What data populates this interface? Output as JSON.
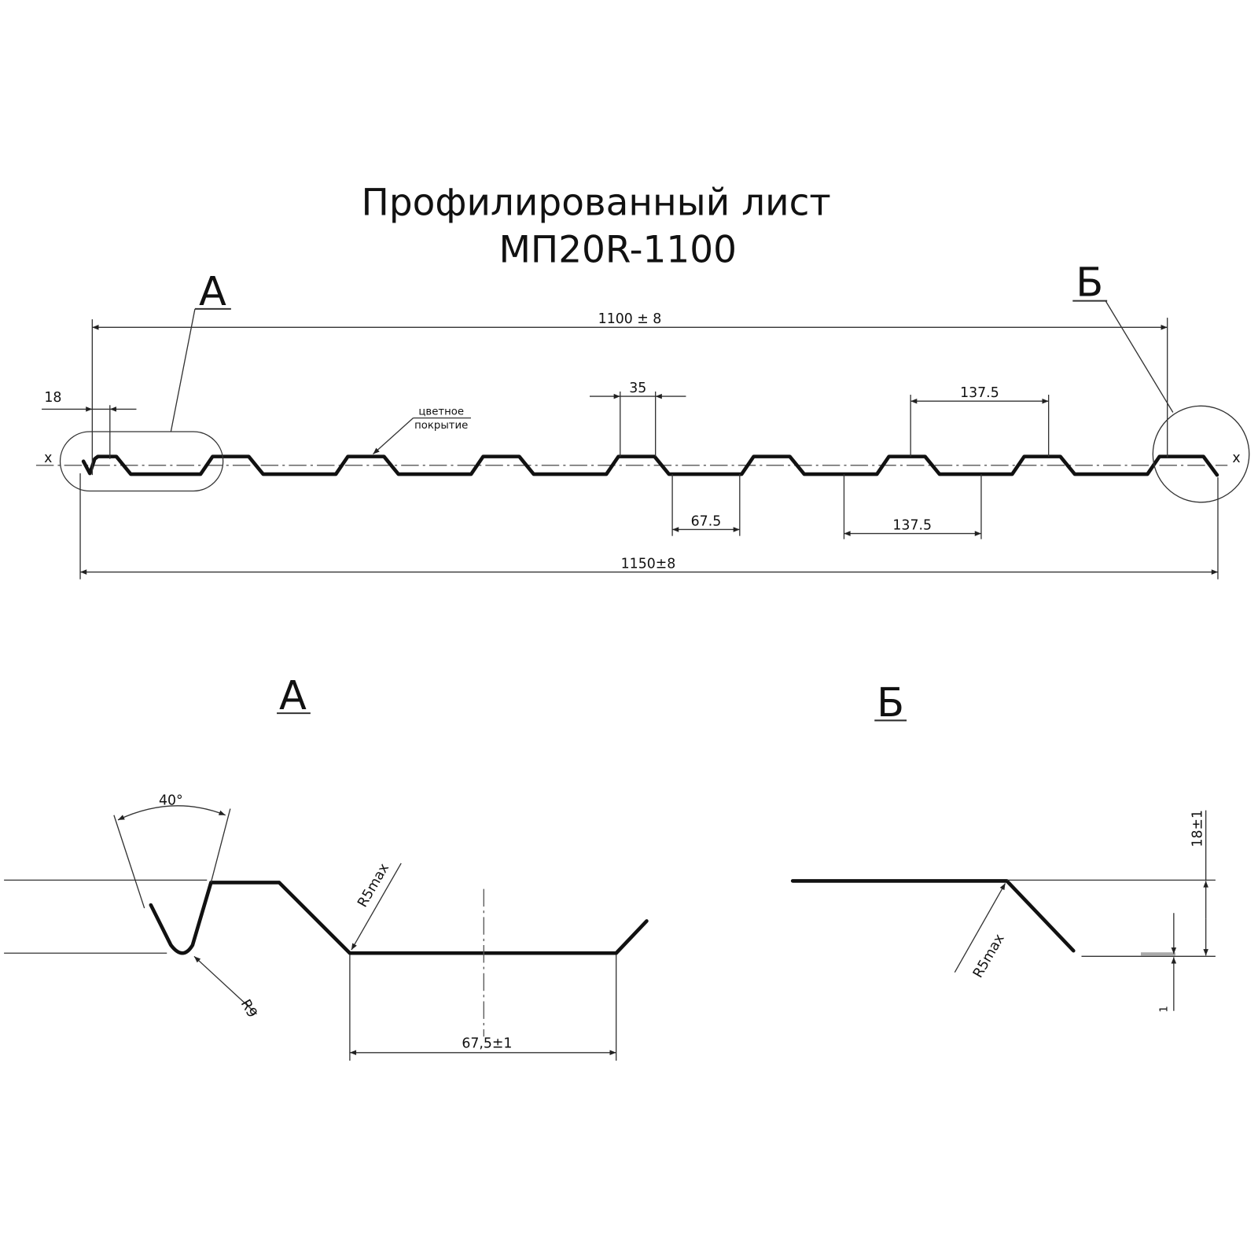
{
  "title": {
    "line1": "Профилированный лист",
    "line2": "МП20R-1100"
  },
  "main_view": {
    "callout_a": "А",
    "callout_b": "Б",
    "axis_left": "x",
    "axis_right": "x",
    "dim_overall_useful": "1100 ± 8",
    "dim_overall_total": "1150±8",
    "dim_edge": "18",
    "dim_top_width": "35",
    "dim_pitch_top": "137.5",
    "dim_bottom_width": "67.5",
    "dim_pitch_bottom": "137.5",
    "coating_line1": "цветное",
    "coating_line2": "покрытие"
  },
  "detail_a": {
    "label": "А",
    "angle": "40°",
    "radius_small": "R9",
    "radius_max": "R5max",
    "dim_bottom": "67,5±1"
  },
  "detail_b": {
    "label": "Б",
    "radius_max": "R5max",
    "dim_height": "18±1",
    "dim_small": "1"
  }
}
